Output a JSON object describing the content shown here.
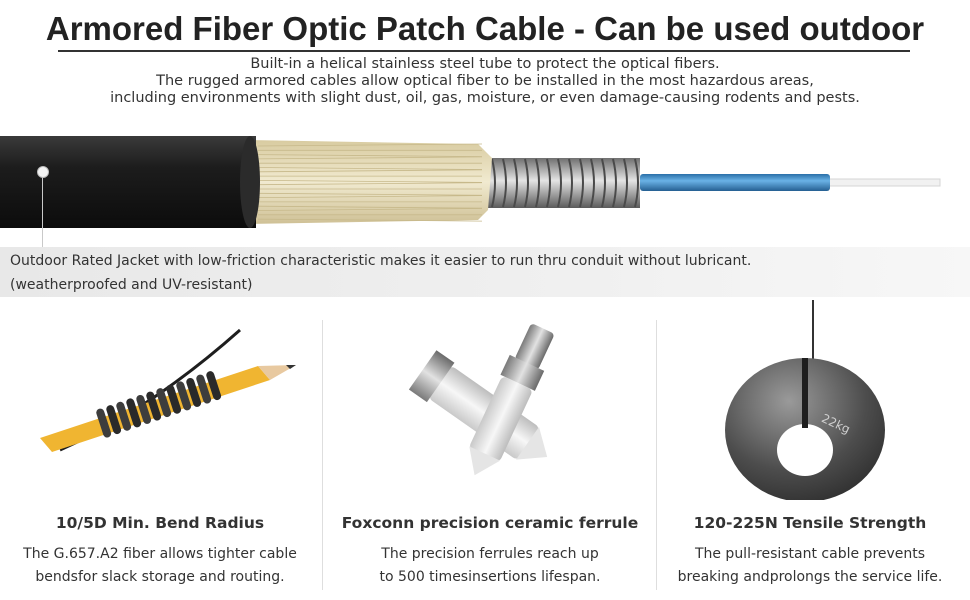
{
  "header": {
    "title": "Armored Fiber Optic Patch Cable - Can be used outdoor",
    "subtitle_lines": [
      "Built-in a helical stainless steel tube to protect the optical fibers.",
      "The rugged armored cables allow optical fiber to be installed in the most hazardous areas,",
      "including environments with slight dust, oil, gas, moisture, or even damage-causing rodents and pests."
    ]
  },
  "jacket_callout": {
    "line1": "Outdoor Rated Jacket with low-friction characteristic makes it easier to run thru conduit without lubricant.",
    "line2": "(weatherproofed and UV-resistant)"
  },
  "features": [
    {
      "title": "10/5D Min. Bend Radius",
      "desc_lines": [
        "The G.657.A2 fiber allows tighter cable",
        "bendsfor slack storage and routing."
      ]
    },
    {
      "title": "Foxconn precision ceramic ferrule",
      "desc_lines": [
        "The precision ferrules reach up",
        "to 500 timesinsertions lifespan."
      ]
    },
    {
      "title": "120-225N Tensile Strength",
      "desc_lines": [
        "The pull-resistant cable prevents",
        "breaking andprolongs the service life."
      ]
    }
  ],
  "weight_label": "22kg",
  "colors": {
    "jacket": "#1b1b1b",
    "aramid": "#e6dcb8",
    "armor": "#9a9a9a",
    "fiber_buffer": "#3d8ccb",
    "pencil": "#f0b531"
  }
}
